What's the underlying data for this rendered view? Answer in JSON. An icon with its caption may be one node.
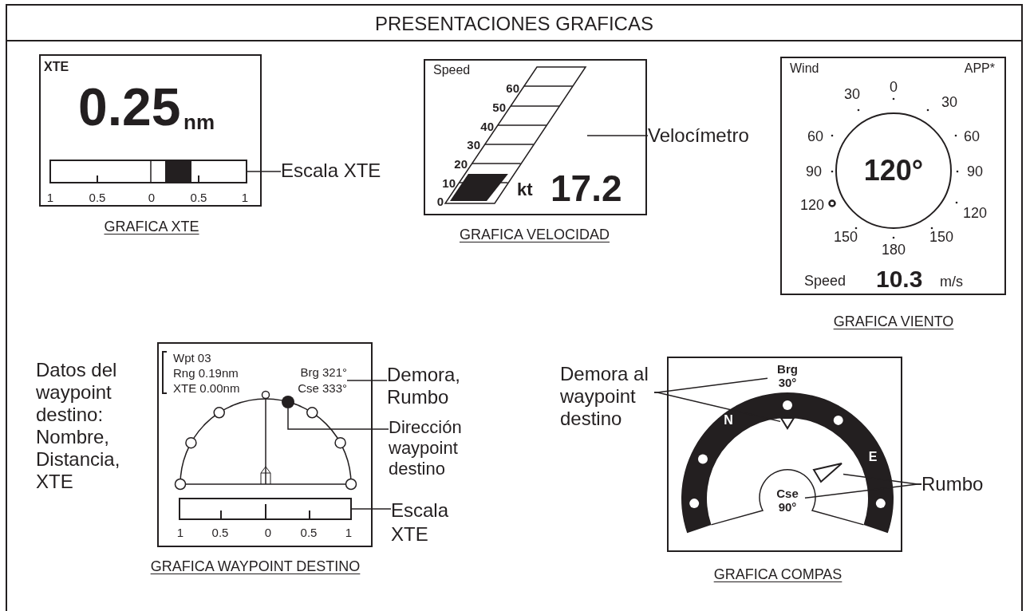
{
  "diagram": {
    "title": "PRESENTACIONES GRAFICAS",
    "nodes": [
      {
        "text": [
          "XTE",
          "0.25",
          "nm",
          "1",
          "0.5",
          "0",
          "0.5",
          "1"
        ],
        "beside": [
          "GRAFICA XTE"
        ]
      },
      {
        "text": [],
        "shape": "bar",
        "in": 0
      },
      {
        "text": [
          "Escala XTE"
        ]
      },
      {
        "text": [
          "Speed",
          "60",
          "50",
          "40",
          "30",
          "20",
          "10",
          "0",
          "kt",
          "17.2"
        ],
        "beside": [
          "GRAFICA VELOCIDAD"
        ]
      },
      {
        "text": [],
        "shape": "picture",
        "in": 3
      },
      {
        "text": [
          "Velocímetro"
        ]
      },
      {
        "text": [
          "Wind",
          "APP*",
          "0",
          "30",
          "30",
          "60",
          "60",
          "90",
          "90",
          "120",
          "120",
          "150",
          "150",
          "180",
          "Speed",
          "10.3",
          "m/s"
        ],
        "beside": [
          "GRAFICA VIENTO"
        ]
      },
      {
        "text": [
          "120°"
        ],
        "in": 6
      },
      {
        "text": [
          "1",
          "0.5",
          "0",
          "0.5",
          "1"
        ],
        "beside": [
          "GRAFICA WAYPOINT DESTINO"
        ]
      },
      {
        "text": [
          "Wpt 03",
          "Rng 0.19nm",
          "XTE 0.00nm"
        ],
        "in": 8
      },
      {
        "text": [
          "Brg 321°",
          "Cse 333°"
        ],
        "in": 8
      },
      {
        "text": [],
        "shape": "circle",
        "in": 8
      },
      {
        "text": [],
        "shape": "bar",
        "in": 8
      },
      {
        "text": [
          "Demora, Rumbo"
        ]
      },
      {
        "text": [
          "Dirección waypoint destino"
        ]
      },
      {
        "text": [
          "Escala XTE"
        ]
      },
      {
        "text": [
          "N",
          "E"
        ],
        "beside": [
          "GRAFICA COMPAS"
        ]
      },
      {
        "text": [
          "Brg",
          "30°"
        ],
        "in": 16
      },
      {
        "text": [],
        "shape": "triangle",
        "in": 16
      },
      {
        "text": [],
        "shape": "triangle",
        "in": 16
      },
      {
        "text": [
          "Cse",
          "90°"
        ],
        "in": 16
      },
      {
        "text": [
          "Demora al waypoint destino"
        ]
      },
      {
        "text": [
          "Rumbo"
        ]
      }
    ],
    "edges": [
      {
        "from": 2,
        "to": 1,
        "arrow": "none"
      },
      {
        "from": 5,
        "to": 4,
        "arrow": "none"
      },
      {
        "from": 13,
        "to": 10,
        "arrow": "none"
      },
      {
        "from": 14,
        "to": 11,
        "arrow": "none"
      },
      {
        "from": 15,
        "to": 12,
        "arrow": "none"
      },
      {
        "from": 21,
        "to": 17,
        "arrow": "none"
      },
      {
        "from": 21,
        "to": 18,
        "arrow": "none"
      },
      {
        "from": 22,
        "to": 19,
        "arrow": "none"
      },
      {
        "from": 22,
        "to": 20,
        "arrow": "none"
      }
    ],
    "labels": [
      "Datos del waypoint destino: Nombre, Distancia, XTE"
    ]
  }
}
